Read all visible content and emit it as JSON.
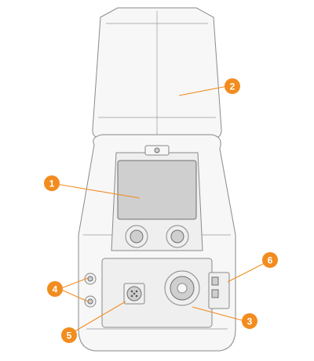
{
  "callouts": [
    {
      "id": "1",
      "label": "1",
      "color": "#f28c1f"
    },
    {
      "id": "2",
      "label": "2",
      "color": "#f28c1f"
    },
    {
      "id": "3",
      "label": "3",
      "color": "#f28c1f"
    },
    {
      "id": "4",
      "label": "4",
      "color": "#f28c1f"
    },
    {
      "id": "5",
      "label": "5",
      "color": "#f28c1f"
    },
    {
      "id": "6",
      "label": "6",
      "color": "#f28c1f"
    }
  ],
  "accent_color": "#f28c1f"
}
